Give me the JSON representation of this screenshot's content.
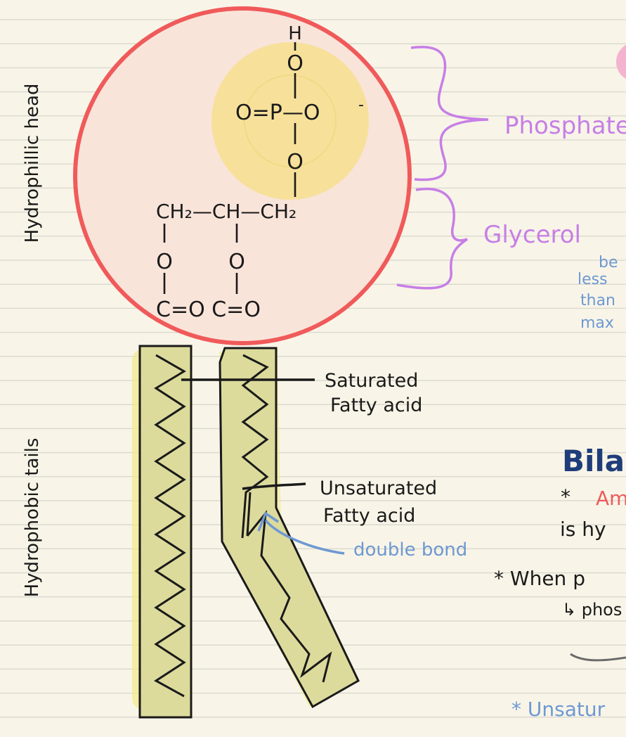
{
  "labels": {
    "hydrophilic_head": "Hydrophillic head",
    "hydrophobic_tails": "Hydrophobic tails",
    "phosphate": "Phosphate",
    "glycerol": "Glycerol",
    "saturated_line1": "Saturated",
    "saturated_line2": "Fatty acid",
    "unsaturated_line1": "Unsaturated",
    "unsaturated_line2": "Fatty acid",
    "double_bond": "double bond"
  },
  "structure": {
    "H": "H",
    "O_top": "O",
    "phosphate_row": "O=P—O",
    "O_charge": "-",
    "O_mid": "O",
    "glycerol_row": "CH₂—CH—CH₂",
    "O_left": "O",
    "O_right": "O",
    "ester_row": "C=O C=O"
  },
  "cropped_right": {
    "be": "be",
    "less": "less",
    "than": "than",
    "max": "max",
    "bilayer": "Bila",
    "am_star": "*",
    "am": "Am",
    "is_hy": "is hy",
    "when_p": "* When p",
    "phos": "↳ phos",
    "unsatur": "* Unsatur"
  },
  "colors": {
    "paper": "#f8f5e8",
    "rule": "#dcdad0",
    "head_fill": "#f9e4da",
    "head_ring": "#f05a5a",
    "phosphate_glow": "#f7df8e",
    "tail_fill": "#dcdb9c",
    "tail_glow": "#f3e88a",
    "brace": "#c77ee6",
    "arrow": "#6e98d2",
    "ink": "#1a1a1a"
  }
}
